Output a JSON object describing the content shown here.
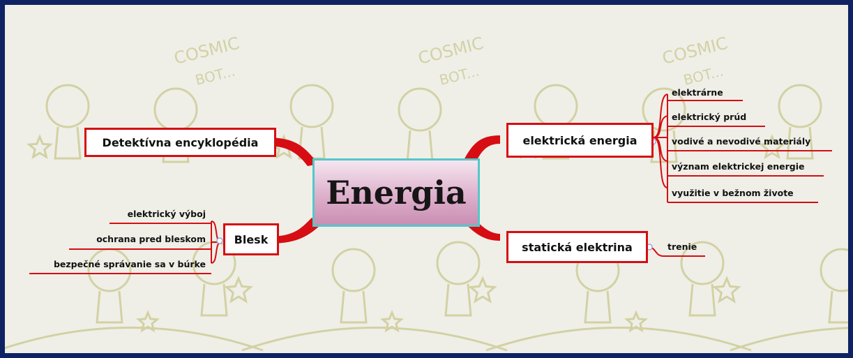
{
  "central_topic": "Energia",
  "colors": {
    "frame_border": "#0f2263",
    "branch_red": "#d60d12",
    "central_border": "#55c7c9",
    "central_fill": "#ddb0cb",
    "wallpaper_ink": "#d3d1a4",
    "collapse_circle": "#9aa7d8"
  },
  "wallpaper": {
    "caption_word_1": "COSMIC",
    "caption_word_2": "BOT..."
  },
  "topics": {
    "detective": {
      "label": "Detektívna encyklopédia",
      "subtopics": []
    },
    "blesk": {
      "label": "Blesk",
      "subtopics": [
        "elektrický výboj",
        "ochrana pred bleskom",
        "bezpečné správanie sa v búrke"
      ]
    },
    "elektricka": {
      "label": "elektrická energia",
      "subtopics": [
        "elektrárne",
        "elektrický prúd",
        "vodivé a nevodivé materiály",
        "význam elektrickej energie",
        "využitie v bežnom živote"
      ]
    },
    "staticka": {
      "label": "statická elektrina",
      "subtopics": [
        "trenie"
      ]
    }
  }
}
